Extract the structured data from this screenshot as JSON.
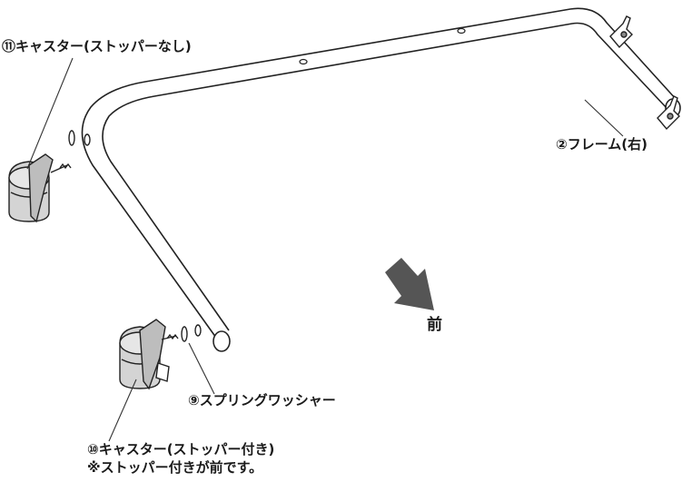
{
  "labels": {
    "caster_no_stopper": "⑪キャスター(ストッパーなし)",
    "frame_right": "②フレーム(右)",
    "front": "前",
    "spring_washer": "⑨スプリングワッシャー",
    "caster_with_stopper": "⑩キャスター(ストッパー付き)",
    "note": "※ストッパー付きが前です。"
  },
  "colors": {
    "line": "#222222",
    "caster_fill": "#d4d4d4",
    "caster_dark": "#9a9a9a",
    "arrow": "#555555"
  }
}
